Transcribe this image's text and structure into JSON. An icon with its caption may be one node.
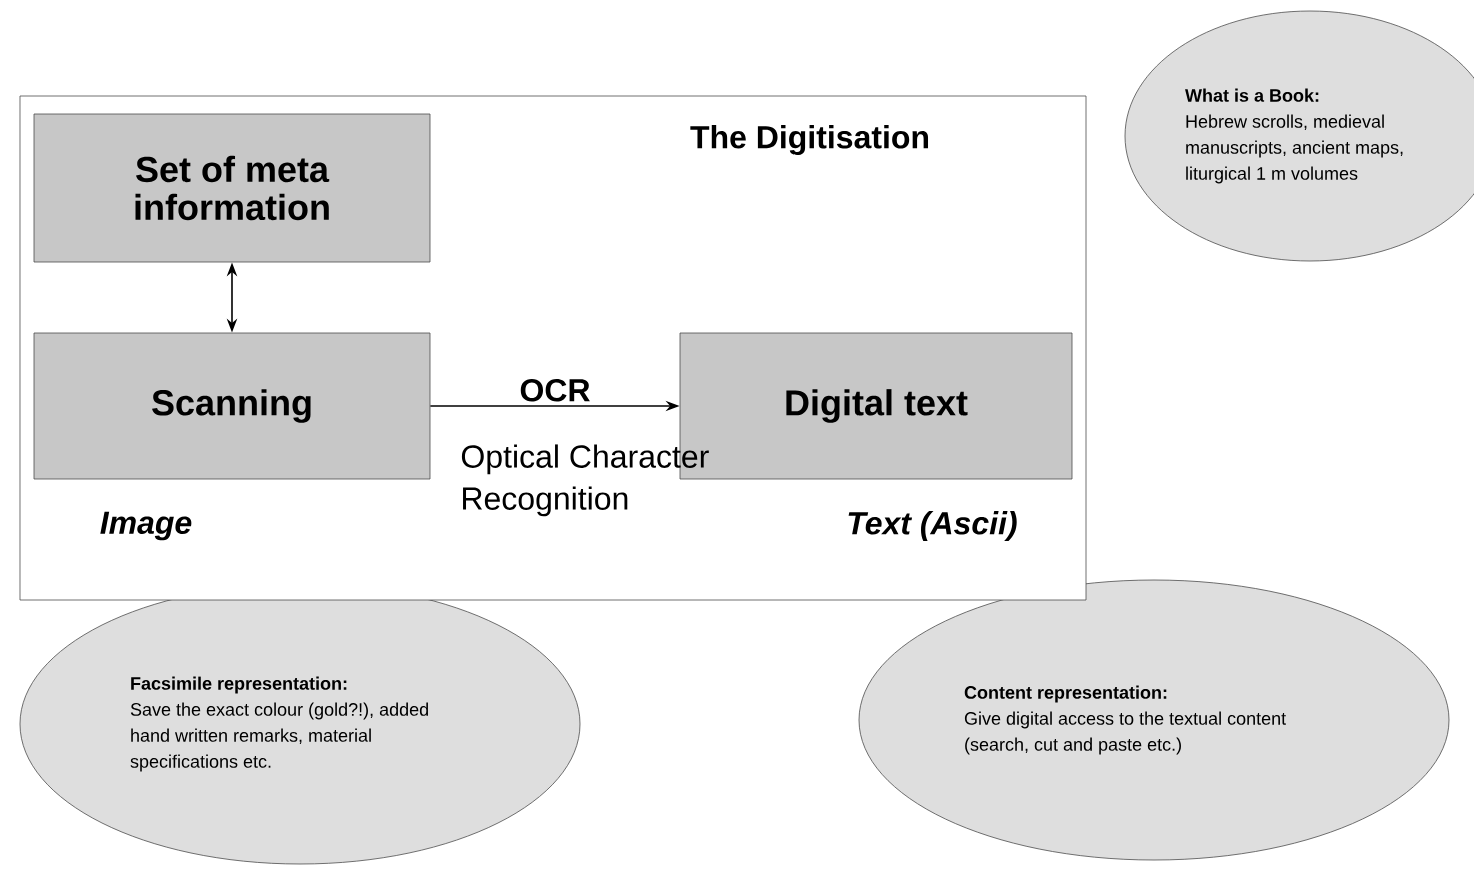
{
  "diagram": {
    "nodes": [
      {
        "text": [
          "The Digitisation"
        ]
      },
      {
        "text": [
          "Set of meta information"
        ],
        "in": 0
      },
      {
        "text": [
          "Scanning"
        ],
        "in": 0
      },
      {
        "text": [
          "Digital text"
        ],
        "in": 0
      },
      {
        "text": [
          "What is a Book:",
          "Hebrew scrolls, medieval manuscripts, ancient maps, liturgical 1 m volumes"
        ]
      },
      {
        "text": [
          "Facsimile representation:",
          "Save the exact colour (gold?!), added hand written remarks, material specifications etc."
        ]
      },
      {
        "text": [
          "Content representation:",
          "Give digital access to the textual content (search, cut and paste etc.)"
        ]
      }
    ],
    "edges": [
      {
        "from": 1,
        "to": 2,
        "arrow": "both"
      },
      {
        "from": 2,
        "to": 3,
        "arrow": "to",
        "label": "OCR"
      }
    ],
    "labels": [
      "Optical Character Recognition",
      "Image",
      "Text (Ascii)"
    ]
  }
}
